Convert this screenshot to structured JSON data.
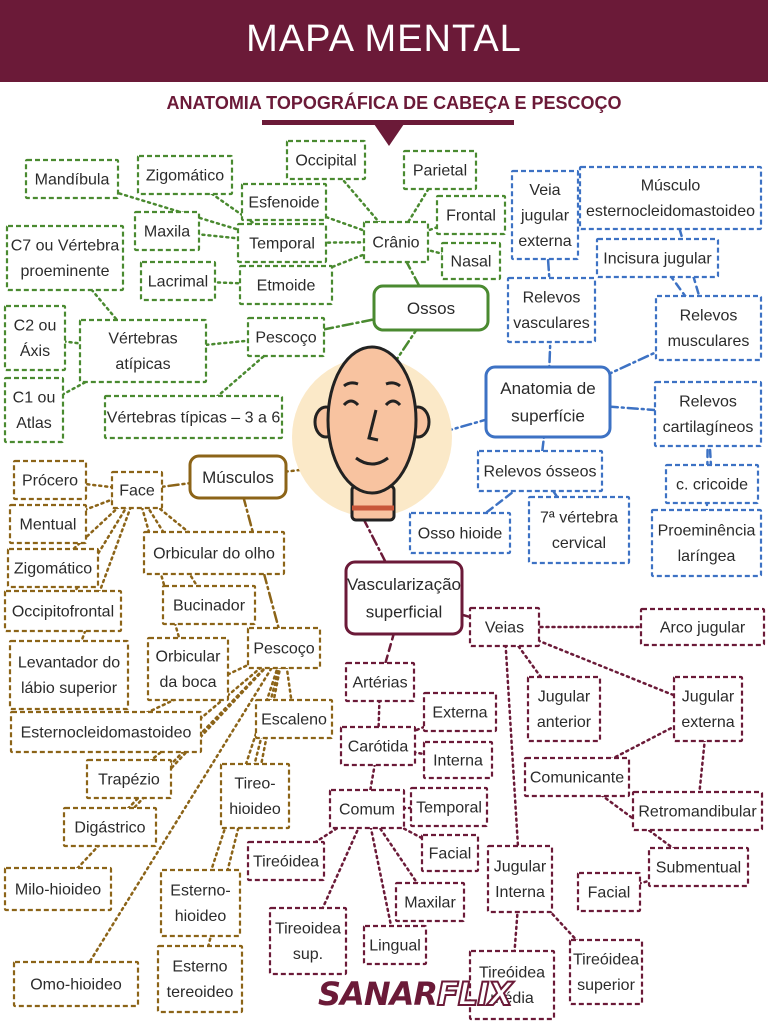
{
  "header": {
    "title": "MAPA MENTAL"
  },
  "subtitle": "ANATOMIA TOPOGRÁFICA DE CABEÇA E PESCOÇO",
  "logo": {
    "part1": "SANAR",
    "part2": "FLIX"
  },
  "colors": {
    "header": "#6b1a38",
    "ossos": "#4a8a30",
    "superficie": "#3d72c4",
    "musculos": "#8c6418",
    "vascular": "#6b1a38",
    "face_skin": "#f8c3a0",
    "face_halo": "#fbe9c8"
  },
  "illustration": "face-icon",
  "nodes": {
    "mandibula": "Mandíbula",
    "zigomatico_osso": "Zigomático",
    "occipital": "Occipital",
    "parietal": "Parietal",
    "esfenoide": "Esfenoide",
    "frontal": "Frontal",
    "c7": "C7 ou Vértebra\nproeminente",
    "maxila": "Maxila",
    "temporal_osso": "Temporal",
    "cranio": "Crânio",
    "nasal": "Nasal",
    "lacrimal": "Lacrimal",
    "etmoide": "Etmoide",
    "c2": "C2 ou\nÁxis",
    "vertebras_atipicas": "Vértebras\natípicas",
    "pescoco_osso": "Pescoço",
    "ossos": "Ossos",
    "c1": "C1 ou\nAtlas",
    "vertebras_tipicas": "Vértebras típicas – 3 a 6",
    "veia_jugular_externa": "Veia\njugular\nexterna",
    "musculo_ecm": "Músculo\nesternocleidomastoideo",
    "incisura_jugular": "Incisura jugular",
    "relevos_vasculares": "Relevos\nvasculares",
    "relevos_musculares": "Relevos\nmusculares",
    "anatomia_superficie": "Anatomia de\nsuperfície",
    "relevos_cartilagineos": "Relevos\ncartilagíneos",
    "relevos_osseos": "Relevos ósseos",
    "c_cricoide": "c. cricoide",
    "osso_hioide": "Osso hioide",
    "vertebra7": "7ª vértebra\ncervical",
    "proeminencia": "Proeminência\nlaríngea",
    "procero": "Prócero",
    "face_m": "Face",
    "musculos": "Músculos",
    "mentual": "Mentual",
    "zigomatico_musc": "Zigomático",
    "orbicular_olho": "Orbicular do olho",
    "occipitofrontal": "Occipitofrontal",
    "bucinador": "Bucinador",
    "levantador": "Levantador do\nlábio superior",
    "orbicular_boca": "Orbicular\nda boca",
    "pescoco_musc": "Pescoço",
    "escaleno": "Escaleno",
    "ecm_musc": "Esternocleidomastoideo",
    "trapezio": "Trapézio",
    "tireohioideo": "Tireo-\nhioideo",
    "digastrico": "Digástrico",
    "milohioideo": "Milo-hioideo",
    "esternohioideo": "Esterno-\nhioideo",
    "omohioideo": "Omo-hioideo",
    "esternotireoideo": "Esterno\ntereoideo",
    "vascularizacao": "Vascularização\nsuperficial",
    "veias": "Veias",
    "arco_jugular": "Arco jugular",
    "arterias": "Artérias",
    "externa": "Externa",
    "carotida": "Carótida",
    "jugular_anterior": "Jugular\nanterior",
    "jugular_externa": "Jugular\nexterna",
    "interna": "Interna",
    "comunicante": "Comunicante",
    "comum": "Comum",
    "temporal_art": "Temporal",
    "retromandibular": "Retromandibular",
    "facial_art": "Facial",
    "jugular_interna": "Jugular\nInterna",
    "tireoidea": "Tireóidea",
    "submentual": "Submentual",
    "facial_veia": "Facial",
    "maxilar": "Maxilar",
    "tireoidea_sup": "Tireoidea\nsup.",
    "lingual": "Lingual",
    "tireoidea_media": "Tireóidea\nmédia",
    "tireoidea_superior": "Tireóidea\nsuperior"
  }
}
